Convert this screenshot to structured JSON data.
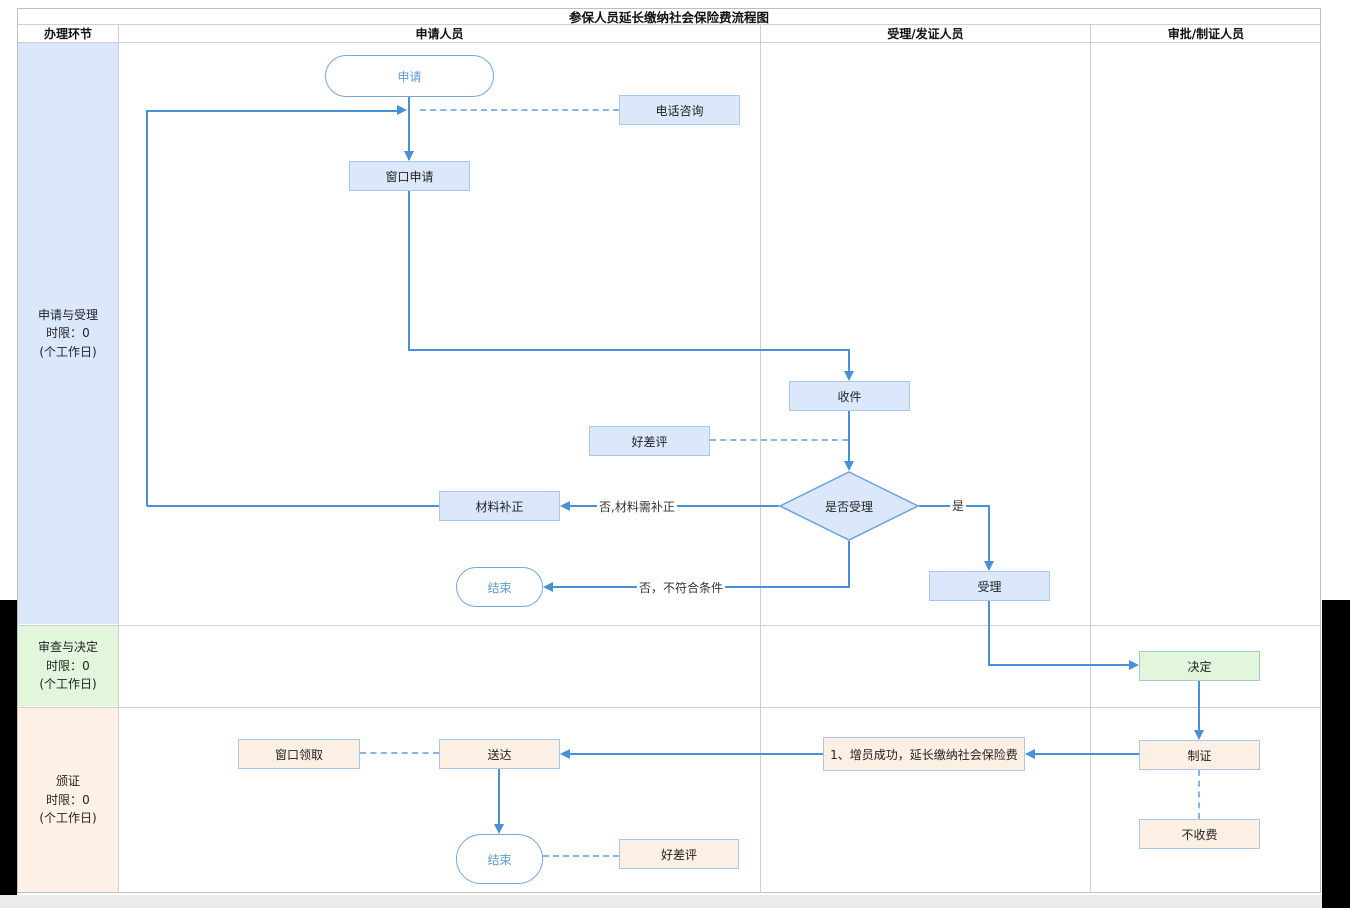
{
  "title": "参保人员延长缴纳社会保险费流程图",
  "header": {
    "stage": "办理环节",
    "applicant": "申请人员",
    "handler": "受理/发证人员",
    "approver": "审批/制证人员"
  },
  "lanes": [
    {
      "label": "申请与受理",
      "line2": "时限：0",
      "line3": "(个工作日)"
    },
    {
      "label": "审查与决定",
      "line2": "时限：0",
      "line3": "(个工作日)"
    },
    {
      "label": "颁证",
      "line2": "时限：0",
      "line3": "(个工作日)"
    }
  ],
  "nodes": {
    "apply": "申请",
    "phone_consult": "电话咨询",
    "window_apply": "窗口申请",
    "receive": "收件",
    "review_top": "好差评",
    "is_accepted": "是否受理",
    "material_fix": "材料补正",
    "end_top": "结束",
    "accept": "受理",
    "decide": "决定",
    "make_cert": "制证",
    "result_note": "1、增员成功，延长缴纳社会保险费",
    "deliver": "送达",
    "window_pickup": "窗口领取",
    "end_bottom": "结束",
    "review_bottom": "好差评",
    "no_fee": "不收费"
  },
  "edge_labels": {
    "need_fix": "否,材料需补正",
    "not_qualified": "否，不符合条件",
    "yes": "是"
  },
  "colors": {
    "flow_line": "#4a90d9",
    "dashed_line": "#8ab4e2",
    "blue_fill": "#dbe8fc",
    "green_fill": "#e2f6dc",
    "orange_fill": "#fcefe3",
    "box_border": "#a9c7e8",
    "stadium_border": "#74a7e0",
    "stadium_text": "#5b9bd5",
    "diamond_border": "#6aa1dd",
    "table_border": "#bdbdbd"
  }
}
